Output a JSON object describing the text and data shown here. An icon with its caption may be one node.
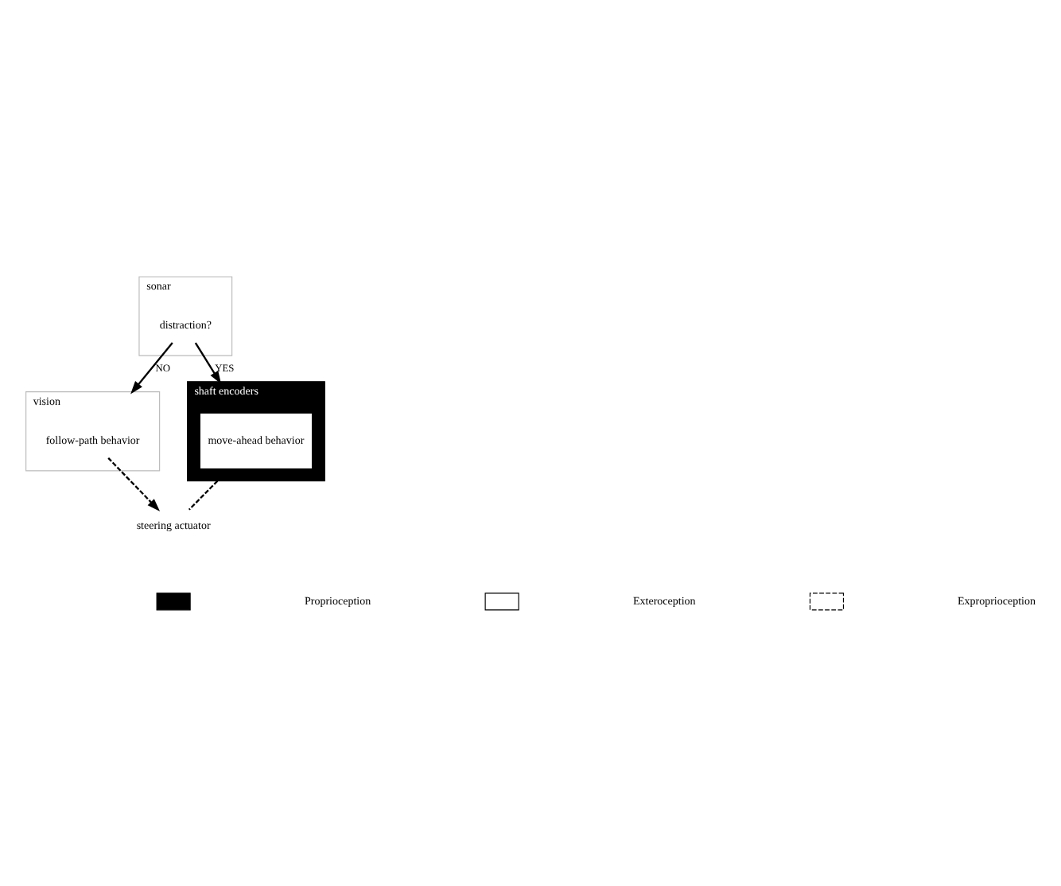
{
  "diagram": {
    "nodes": [
      {
        "text": [
          "sonar"
        ]
      },
      {
        "text": [
          "distraction?"
        ],
        "in": 0
      },
      {
        "text": [
          "vision"
        ]
      },
      {
        "text": [
          "follow-path behavior"
        ],
        "in": 2
      },
      {
        "text": [
          "shaft encoders"
        ]
      },
      {
        "text": [
          "move-ahead behavior"
        ],
        "in": 4
      },
      {
        "text": [
          "steering actuator"
        ]
      }
    ],
    "edges": [
      {
        "from": 1,
        "to": 2,
        "arrow": "to",
        "label": "NO"
      },
      {
        "from": 1,
        "to": 4,
        "arrow": "to",
        "label": "YES"
      },
      {
        "from": 3,
        "to": 6,
        "arrow": "to",
        "style": "dashed"
      },
      {
        "from": 4,
        "to": 6,
        "arrow": "none",
        "style": "dashed"
      }
    ],
    "legend": [
      {
        "text": "Proprioception",
        "color": "#000000"
      },
      {
        "text": "Exteroception",
        "color": "#ffffff"
      },
      {
        "text": "Exproprioception"
      }
    ]
  }
}
